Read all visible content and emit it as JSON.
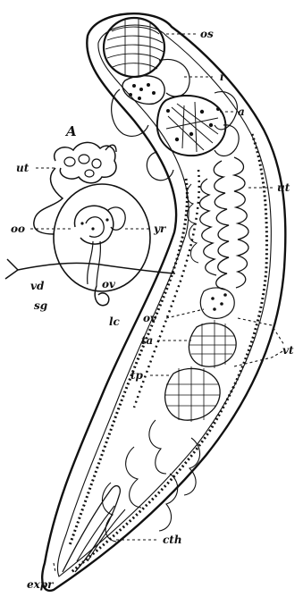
{
  "labels": {
    "os": "os",
    "i": "i",
    "a": "a",
    "ut_right": "ut",
    "A": "A",
    "ut_left": "ut",
    "oo": "oo",
    "yr": "yr",
    "vd": "vd",
    "ov_small": "ov",
    "sg": "sg",
    "lc": "lc",
    "ov": "ov",
    "ta": "ta",
    "vt": "vt",
    "tp": "tp",
    "cth": "cth",
    "expr": "expr"
  }
}
